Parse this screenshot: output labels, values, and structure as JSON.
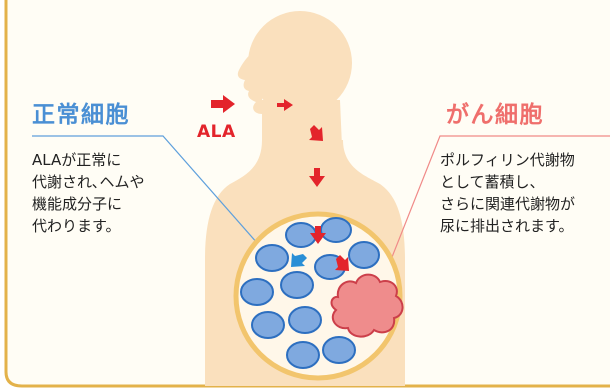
{
  "normal_cell": {
    "title": "正常細胞",
    "description_lines": [
      "ALAが正常に",
      "代謝され､ヘムや",
      "機能成分子に",
      "代わります。"
    ]
  },
  "cancer_cell": {
    "title": "がん細胞",
    "description_lines": [
      "ポルフィリン代謝物",
      "として蓄積し、",
      "さらに関連代謝物が",
      "尿に排出されます。"
    ]
  },
  "ala_label": "ALA",
  "colors": {
    "frame_border": "#e3b24a",
    "frame_fill": "#fffcf2",
    "body_silhouette": "#fae0bd",
    "normal_accent": "#4a8fd4",
    "cancer_accent": "#ef6f6c",
    "normal_cell_fill": "#7fa9df",
    "normal_cell_stroke": "#2d6fc0",
    "cancer_cell_fill": "#ef8c8c",
    "cancer_cell_stroke": "#cc3f4a",
    "arrow_red": "#e3242b",
    "arrow_blue": "#2a8fd6"
  }
}
